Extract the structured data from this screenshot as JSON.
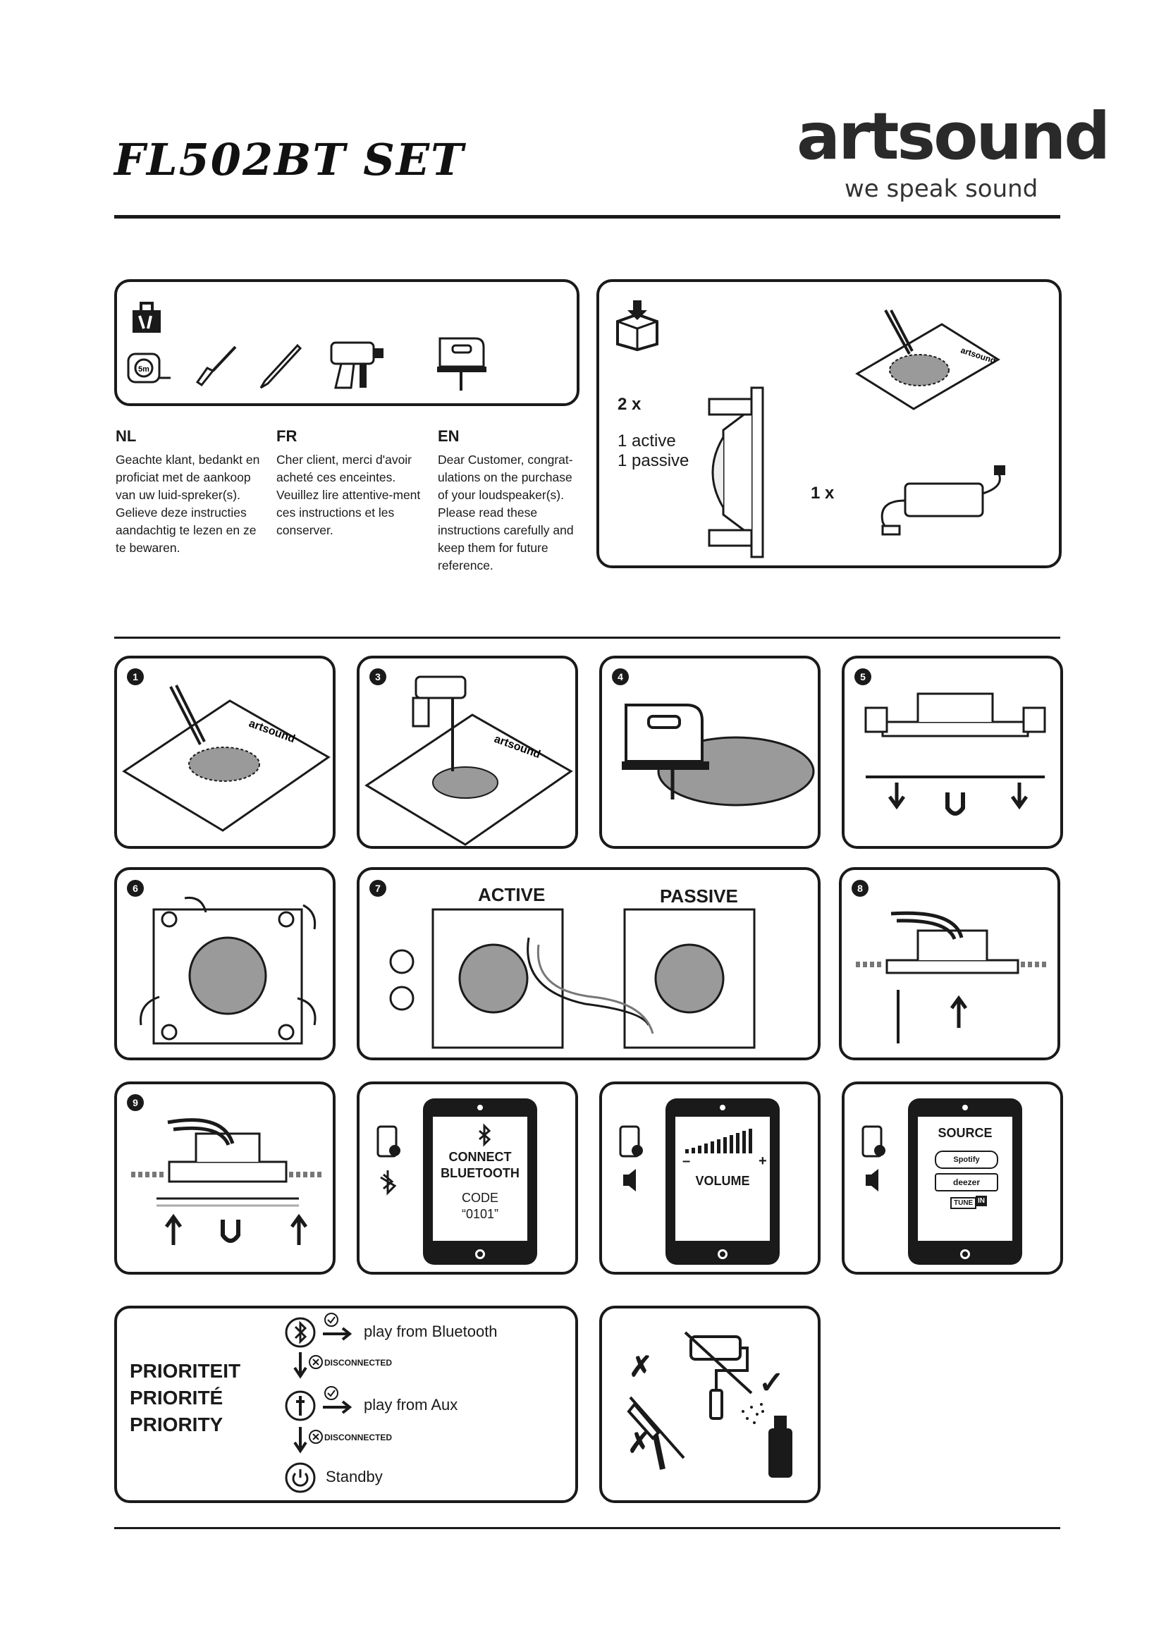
{
  "header": {
    "product_title": "FL502BT SET",
    "brand_name": "artsound",
    "brand_tagline": "we speak sound"
  },
  "intro": {
    "languages": [
      {
        "code": "NL",
        "text": "Geachte klant, bedankt en proficiat met de aankoop van uw luid-spreker(s). Gelieve deze instructies aandachtig te lezen en ze te bewaren."
      },
      {
        "code": "FR",
        "text": "Cher client, merci d'avoir acheté ces enceintes. Veuillez lire attentive-ment ces instructions et les conserver."
      },
      {
        "code": "EN",
        "text": "Dear Customer, congrat-ulations on the purchase of your loudspeaker(s). Please read these instructions carefully and keep them for future reference."
      }
    ]
  },
  "package": {
    "speakers_qty": "2 x",
    "speakers_detail_1": "1 active",
    "speakers_detail_2": "1 passive",
    "adapter_qty": "1 x",
    "template_brand": "artsound"
  },
  "tools": {
    "tape_label": "5m"
  },
  "steps": {
    "step1": "1",
    "step3": "3",
    "step4": "4",
    "step5": "5",
    "step6": "6",
    "step7": "7",
    "step8": "8",
    "step9": "9",
    "active_label": "ACTIVE",
    "passive_label": "PASSIVE"
  },
  "app_screens": {
    "bluetooth_line1": "CONNECT",
    "bluetooth_line2": "BLUETOOTH",
    "code_label": "CODE",
    "code_value": "“0101”",
    "volume_label": "VOLUME",
    "volume_minus": "–",
    "volume_plus": "+",
    "source_label": "SOURCE",
    "source_spotify": "Spotify",
    "source_deezer": "deezer",
    "source_tunein_1": "TUNE",
    "source_tunein_2": "IN"
  },
  "priority": {
    "labels": [
      "PRIORITEIT",
      "PRIORITÉ",
      "PRIORITY"
    ],
    "play_bluetooth": "play from Bluetooth",
    "play_aux": "play from Aux",
    "disconnected": "DISCONNECTED",
    "standby": "Standby"
  },
  "paint": {
    "cross_mark": "✗",
    "check_mark": "✓"
  }
}
